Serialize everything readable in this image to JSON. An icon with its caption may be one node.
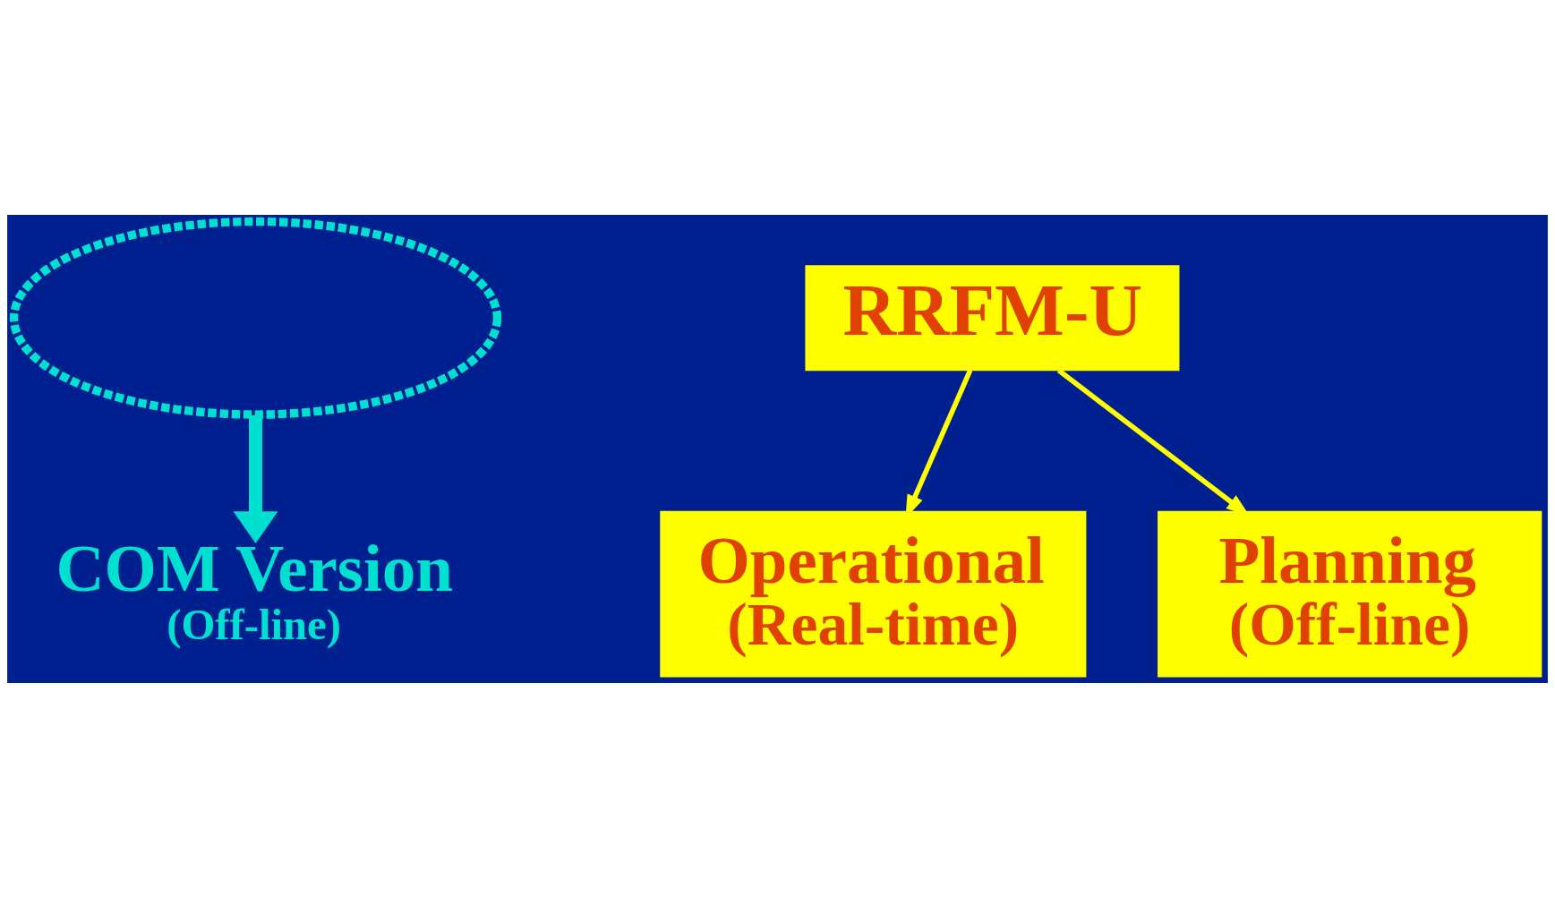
{
  "diagram": {
    "nodes": [
      {
        "text": [],
        "shape": "ellipse"
      },
      {
        "text": [
          "RRFM-U"
        ]
      },
      {
        "text": [
          "Operational",
          "(Real-time)"
        ]
      },
      {
        "text": [
          "Planning",
          "(Off-line)"
        ]
      },
      {
        "text": [
          "COM Version",
          "(Off-line)"
        ]
      }
    ],
    "edges": [
      {
        "from": 1,
        "to": 2,
        "arrow": "to"
      },
      {
        "from": 1,
        "to": 3,
        "arrow": "to"
      },
      {
        "from": 0,
        "to": 4,
        "arrow": "to",
        "style": "thick",
        "color": "#00e0d0"
      }
    ]
  }
}
